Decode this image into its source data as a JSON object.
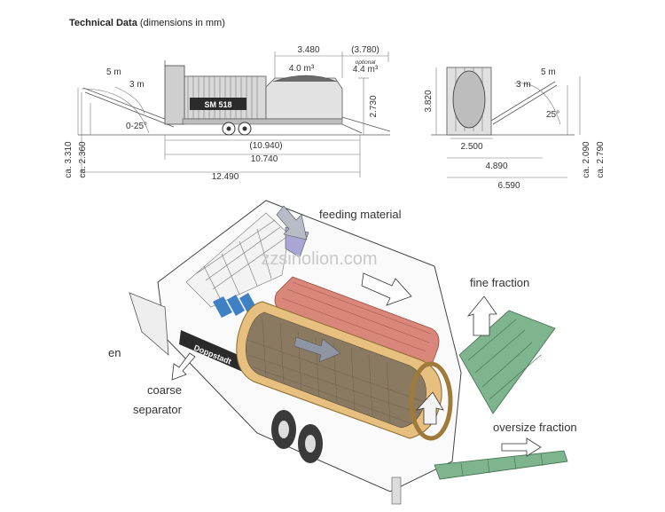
{
  "header": {
    "title_bold": "Technical Data",
    "title_note": "(dimensions in mm)"
  },
  "side_view": {
    "dim_top_1": "3.480",
    "dim_top_2": "(3.780)",
    "volume_std": "4.0 m³",
    "optional_label": "optional",
    "volume_opt": "4.4 m³",
    "height_right": "2.730",
    "conveyor_5m": "5 m",
    "conveyor_3m": "3 m",
    "angle": "0-25°",
    "vert_1": "ca. 3.310",
    "vert_2": "ca. 2.360",
    "machine_badge": "SM 518",
    "dim_bottom_1": "(10.940)",
    "dim_bottom_2": "10.740",
    "dim_bottom_3": "12.490"
  },
  "end_view": {
    "height": "3.820",
    "conveyor_5m": "5 m",
    "conveyor_3m": "3 m",
    "angle": "25°",
    "width_1": "2.500",
    "width_2": "4.890",
    "width_3": "6.590",
    "vert_1": "ca. 2.090",
    "vert_2": "ca. 2.790"
  },
  "iso_view": {
    "feeding": "feeding material",
    "fine": "fine fraction",
    "oversize": "oversize fraction",
    "coarse_1": "coarse",
    "coarse_2": "separator",
    "side_text": "en",
    "brand": "Doppstadt",
    "watermark": "zzsinolion.com"
  },
  "colors": {
    "drum_tan": "#e7c07f",
    "belt_red": "#d9877a",
    "conveyor_green": "#7fb58e",
    "arrow_grey": "#b7bcc6",
    "arrow_purple": "#a9a6d6"
  }
}
